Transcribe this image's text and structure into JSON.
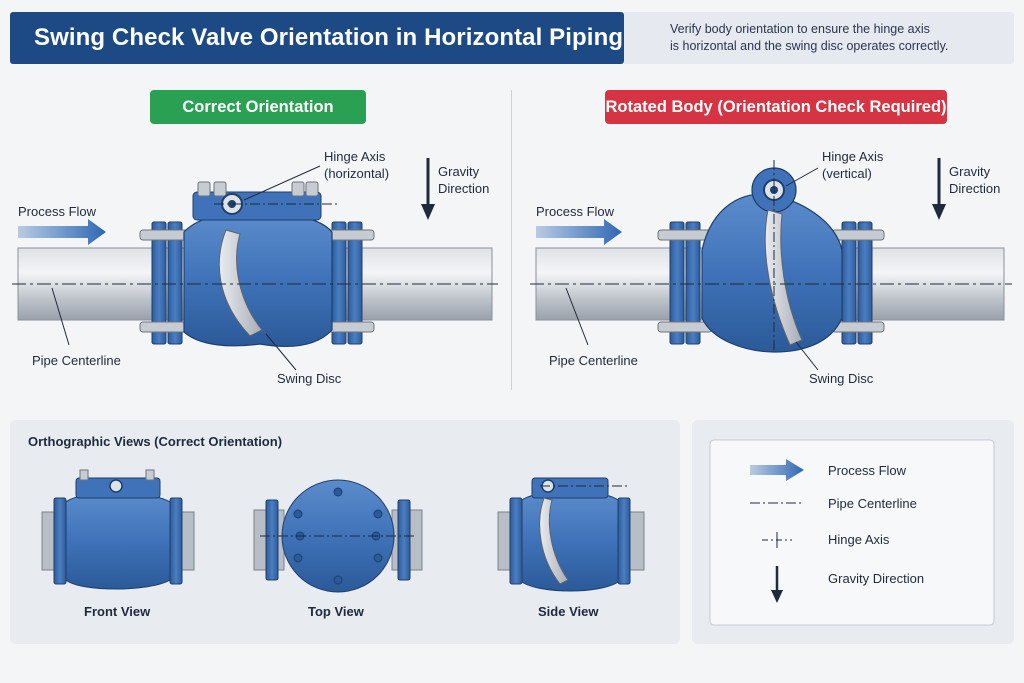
{
  "header": {
    "title": "Swing Check Valve Orientation in Horizontal Piping",
    "note_line1": "Verify body orientation to ensure the hinge axis",
    "note_line2": "is horizontal and the swing disc operates correctly."
  },
  "left_panel": {
    "badge": "Correct Orientation",
    "badge_color": "#2aa052",
    "process_flow": "Process Flow",
    "hinge_axis_line1": "Hinge Axis",
    "hinge_axis_line2": "(horizontal)",
    "gravity_line1": "Gravity",
    "gravity_line2": "Direction",
    "pipe_centerline": "Pipe Centerline",
    "swing_disc": "Swing Disc"
  },
  "right_panel": {
    "badge": "Rotated Body (Orientation Check Required)",
    "badge_color": "#d63442",
    "process_flow": "Process Flow",
    "hinge_axis_line1": "Hinge Axis",
    "hinge_axis_line2": "(vertical)",
    "gravity_line1": "Gravity",
    "gravity_line2": "Direction",
    "pipe_centerline": "Pipe Centerline",
    "swing_disc": "Swing Disc"
  },
  "ortho": {
    "title": "Orthographic Views (Correct Orientation)",
    "views": [
      "Front View",
      "Top View",
      "Side View"
    ]
  },
  "legend": {
    "items": [
      {
        "icon": "blue-arrow-icon",
        "label": "Process Flow"
      },
      {
        "icon": "dash-dot-line-icon",
        "label": "Pipe Centerline"
      },
      {
        "icon": "hinge-axis-cross-icon",
        "label": "Hinge Axis"
      },
      {
        "icon": "down-arrow-icon",
        "label": "Gravity Direction"
      }
    ]
  },
  "colors": {
    "title_bar": "#1d4a85",
    "valve_blue": "#3f72b8",
    "pipe_gray": "#c9cdd3"
  }
}
